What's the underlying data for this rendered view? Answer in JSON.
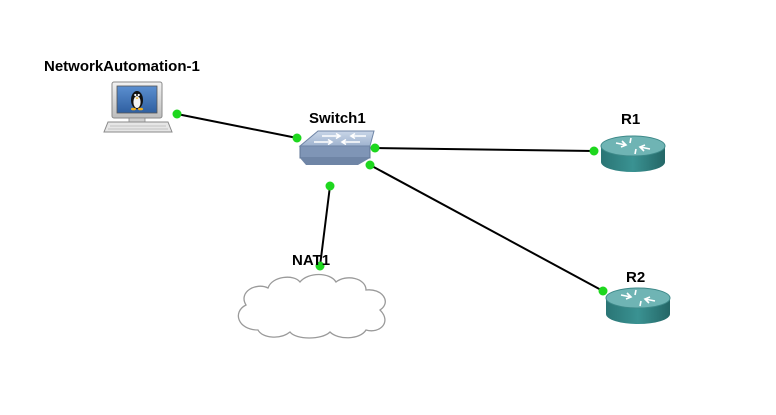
{
  "topology": {
    "nodes": [
      {
        "id": "na1",
        "label": "NetworkAutomation-1",
        "type": "linux-host",
        "icon": "tux-computer-icon"
      },
      {
        "id": "sw1",
        "label": "Switch1",
        "type": "ethernet-switch",
        "icon": "switch-icon"
      },
      {
        "id": "r1",
        "label": "R1",
        "type": "router",
        "icon": "router-icon"
      },
      {
        "id": "r2",
        "label": "R2",
        "type": "router",
        "icon": "router-icon"
      },
      {
        "id": "nat1",
        "label": "NAT1",
        "type": "nat-cloud",
        "icon": "cloud-icon"
      }
    ],
    "links": [
      {
        "from": "na1",
        "to": "sw1",
        "status": "up"
      },
      {
        "from": "sw1",
        "to": "r1",
        "status": "up"
      },
      {
        "from": "sw1",
        "to": "r2",
        "status": "up"
      },
      {
        "from": "sw1",
        "to": "nat1",
        "status": "up"
      }
    ]
  },
  "colors": {
    "link": "#000000",
    "port_up": "#1ed71e",
    "router_top": "#5fa8a8",
    "router_body": "#2f8383",
    "switch_body": "#8fa6c7",
    "cloud_stroke": "#9a9a9a"
  }
}
